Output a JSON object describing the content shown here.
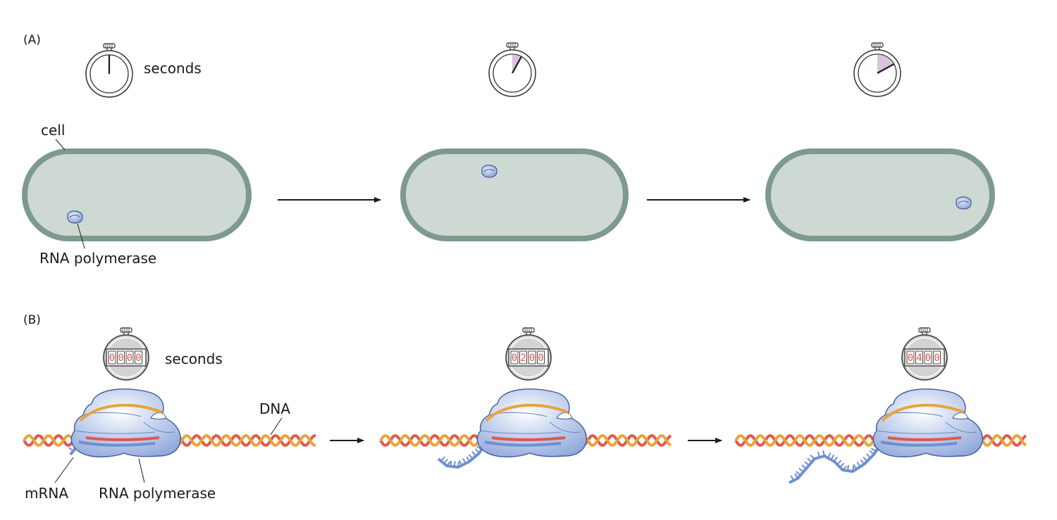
{
  "panelA": {
    "label": "(A)",
    "seconds_label": "seconds",
    "cell_label": "cell",
    "polymerase_label": "RNA polymerase",
    "stopwatch_elapsed_fraction": [
      0,
      0.08,
      0.17
    ]
  },
  "panelB": {
    "label": "(B)",
    "seconds_label": "seconds",
    "dna_label": "DNA",
    "mrna_label": "mRNA",
    "polymerase_label": "RNA polymerase",
    "timers": [
      [
        "0",
        "0",
        "0",
        "0"
      ],
      [
        "0",
        "2",
        "0",
        "0"
      ],
      [
        "0",
        "4",
        "0",
        "0"
      ]
    ]
  },
  "colors": {
    "cell_wall": "#7d9a8c",
    "cytoplasm": "#cfd9d4",
    "polymerase": "#a9bde4",
    "dna_strand_1": "#e8a33a",
    "dna_strand_2": "#e0584a",
    "mrna": "#6f8fd0",
    "elapsed_wedge": "#d9c3dc"
  }
}
